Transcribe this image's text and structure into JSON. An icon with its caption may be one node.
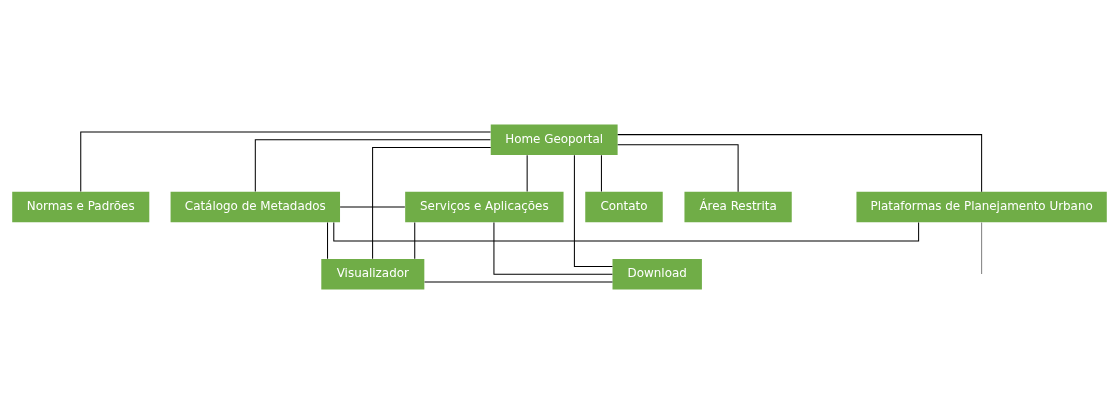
{
  "diagram": {
    "nodes": [
      {
        "text": [
          "Home Geoportal"
        ]
      },
      {
        "text": [
          "Normas e Padrões"
        ]
      },
      {
        "text": [
          "Serviços e Aplicações"
        ]
      },
      {
        "text": [
          "Catálogo de Metadados"
        ]
      },
      {
        "text": [
          "Plataformas de Planejamento Urbano"
        ]
      },
      {
        "text": [
          "Contato"
        ]
      },
      {
        "text": [
          "Área Restrita"
        ]
      },
      {
        "text": [
          "Download"
        ]
      },
      {
        "text": [
          "Visualizador"
        ]
      }
    ],
    "edges": [
      {
        "from": 0,
        "to": 1,
        "arrow": "none"
      },
      {
        "from": 0,
        "to": 7,
        "arrow": "none"
      },
      {
        "from": 0,
        "to": 2,
        "arrow": "none"
      },
      {
        "from": 0,
        "to": 8,
        "arrow": "none"
      },
      {
        "from": 0,
        "to": 3,
        "arrow": "none"
      },
      {
        "from": 0,
        "to": 4,
        "arrow": "none"
      },
      {
        "from": 0,
        "to": 5,
        "arrow": "none"
      },
      {
        "from": 0,
        "to": 6,
        "arrow": "none"
      },
      {
        "from": 2,
        "to": 3,
        "arrow": "none"
      },
      {
        "from": 3,
        "to": 4,
        "arrow": "none"
      },
      {
        "from": 2,
        "to": 7,
        "arrow": "none"
      },
      {
        "from": 2,
        "to": 8,
        "arrow": "none"
      },
      {
        "from": 7,
        "to": 8,
        "arrow": "none"
      },
      {
        "from": 3,
        "to": 8,
        "arrow": "none"
      },
      {
        "from": 4,
        "to": null,
        "arrow": "none",
        "color": "#808080"
      }
    ]
  }
}
